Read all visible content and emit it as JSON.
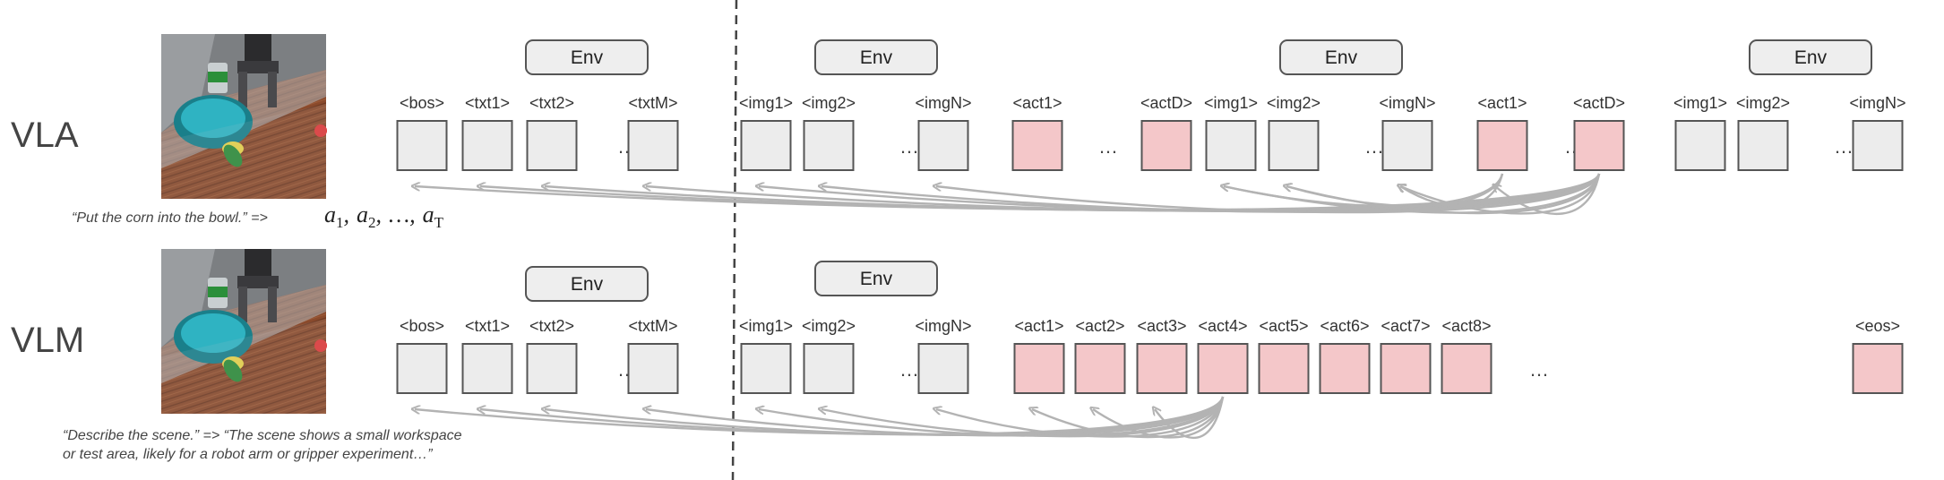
{
  "colors": {
    "token_gray": "#ececec",
    "token_pink": "#f4c7c9",
    "token_border": "#555555",
    "arrow": "#b3b3b3",
    "env_fill": "#eeeeee",
    "env_border": "#555555"
  },
  "env_label": "Env",
  "vla": {
    "row_label": "VLA",
    "instruction": "“Put the corn into the bowl.” =>",
    "actions_math": {
      "a": "a",
      "sub1": "1",
      "sub2": "2",
      "subT": "T",
      "comma": ",",
      "ellipsis": "…"
    },
    "tokens": [
      {
        "label": "<bos>",
        "kind": "text"
      },
      {
        "label": "<txt1>",
        "kind": "text"
      },
      {
        "label": "<txt2>",
        "kind": "text"
      },
      {
        "label": "…",
        "kind": "dots"
      },
      {
        "label": "<txtM>",
        "kind": "text"
      },
      {
        "label": "<img1>",
        "kind": "image"
      },
      {
        "label": "<img2>",
        "kind": "image"
      },
      {
        "label": "…",
        "kind": "dots"
      },
      {
        "label": "<imgN>",
        "kind": "image"
      },
      {
        "label": "<act1>",
        "kind": "action"
      },
      {
        "label": "…",
        "kind": "dots"
      },
      {
        "label": "<actD>",
        "kind": "action"
      },
      {
        "label": "<img1>",
        "kind": "image"
      },
      {
        "label": "<img2>",
        "kind": "image"
      },
      {
        "label": "…",
        "kind": "dots"
      },
      {
        "label": "<imgN>",
        "kind": "image"
      },
      {
        "label": "<act1>",
        "kind": "action"
      },
      {
        "label": "…",
        "kind": "dots"
      },
      {
        "label": "<actD>",
        "kind": "action"
      },
      {
        "label": "<img1>",
        "kind": "image"
      },
      {
        "label": "<img2>",
        "kind": "image"
      },
      {
        "label": "…",
        "kind": "dots"
      },
      {
        "label": "<imgN>",
        "kind": "image"
      }
    ]
  },
  "vlm": {
    "row_label": "VLM",
    "prompt_line1": "“Describe the scene.” => “The scene shows a small workspace",
    "prompt_line2": "or test area, likely for a robot arm or gripper experiment…”",
    "tokens": [
      {
        "label": "<bos>",
        "kind": "text"
      },
      {
        "label": "<txt1>",
        "kind": "text"
      },
      {
        "label": "<txt2>",
        "kind": "text"
      },
      {
        "label": "…",
        "kind": "dots"
      },
      {
        "label": "<txtM>",
        "kind": "text"
      },
      {
        "label": "<img1>",
        "kind": "image"
      },
      {
        "label": "<img2>",
        "kind": "image"
      },
      {
        "label": "…",
        "kind": "dots"
      },
      {
        "label": "<imgN>",
        "kind": "image"
      },
      {
        "label": "<act1>",
        "kind": "action"
      },
      {
        "label": "<act2>",
        "kind": "action"
      },
      {
        "label": "<act3>",
        "kind": "action"
      },
      {
        "label": "<act4>",
        "kind": "action"
      },
      {
        "label": "<act5>",
        "kind": "action"
      },
      {
        "label": "<act6>",
        "kind": "action"
      },
      {
        "label": "<act7>",
        "kind": "action"
      },
      {
        "label": "<act8>",
        "kind": "action"
      },
      {
        "label": "…",
        "kind": "dots"
      },
      {
        "label": "<eos>",
        "kind": "action"
      }
    ]
  }
}
